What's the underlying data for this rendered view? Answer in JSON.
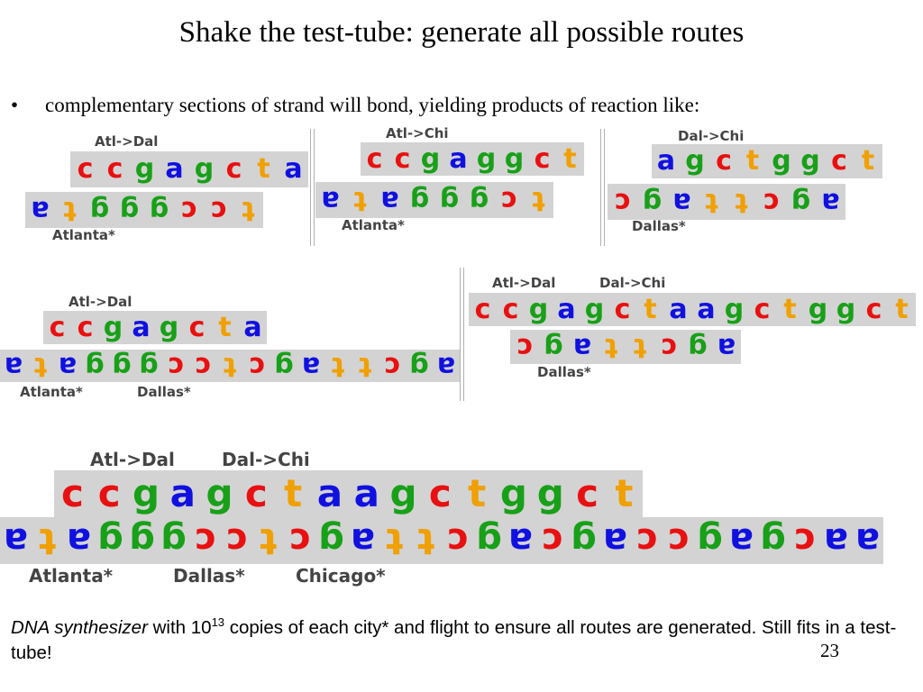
{
  "slide": {
    "title": "Shake the test-tube: generate all possible routes",
    "bullet": "complementary sections of strand will bond, yielding products of reaction like:",
    "footer": {
      "italic": "DNA synthesizer",
      "text1": " with 10",
      "exponent": "13",
      "text2": " copies of each city* and flight to ensure all routes are generated. Still fits in a test-tube!"
    },
    "page_number": "23"
  },
  "colors": {
    "c": "#e81010",
    "g": "#18a018",
    "a": "#1010e0",
    "t": "#f0a000",
    "strand_bg": "#d3d3d3"
  },
  "panels": [
    {
      "labels_top": [
        "Atl->Dal"
      ],
      "top_strand": "ccgagcta",
      "bottom_strand": "atgggcct",
      "labels_bottom": [
        "Atlanta*"
      ]
    },
    {
      "labels_top": [
        "Atl->Chi"
      ],
      "top_strand": "ccgaggct",
      "bottom_strand": "atagggct",
      "labels_bottom": [
        "Atlanta*"
      ]
    },
    {
      "labels_top": [
        "Dal->Chi"
      ],
      "top_strand": "agctggct",
      "bottom_strand": "cgattcga",
      "labels_bottom": [
        "Dallas*"
      ]
    },
    {
      "labels_top": [
        "Atl->Dal"
      ],
      "top_strand": "ccgagcta",
      "bottom_strand": "atagggcctcgattcga",
      "labels_bottom": [
        "Atlanta*",
        "Dallas*"
      ]
    },
    {
      "labels_top": [
        "Atl->Dal",
        "Dal->Chi"
      ],
      "top_strand": "ccgagctaagctggct",
      "bottom_strand": "cgattcga",
      "labels_bottom": [
        "Dallas*"
      ]
    },
    {
      "labels_top": [
        "Atl->Dal",
        "Dal->Chi"
      ],
      "top_strand": "ccgagctaagctggct",
      "bottom_strand": "atagggcctcgattcgacgaccgagcaa",
      "labels_bottom": [
        "Atlanta*",
        "Dallas*",
        "Chicago*"
      ]
    }
  ]
}
